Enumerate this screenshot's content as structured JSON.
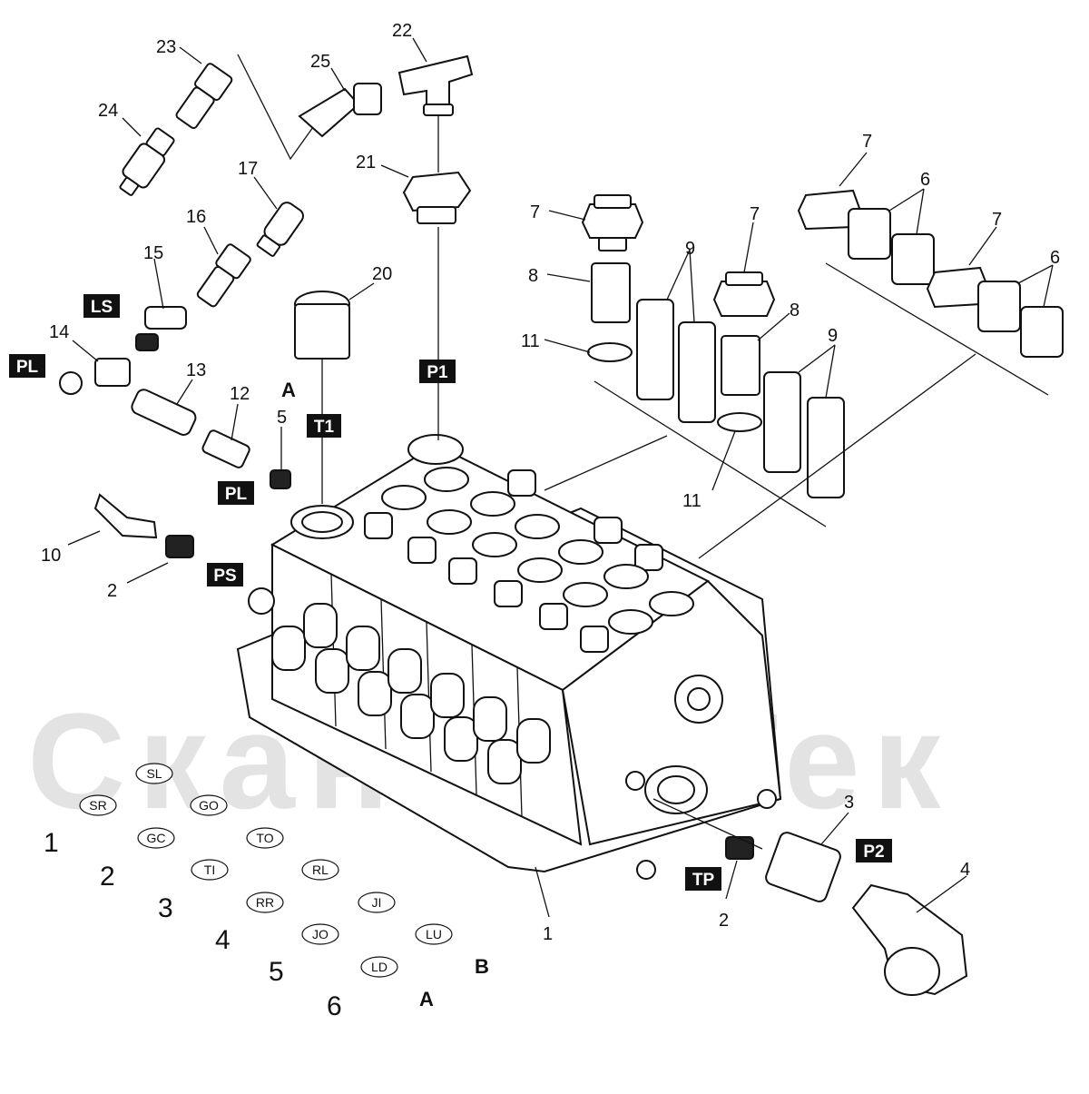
{
  "watermark": "Скан ор Тек",
  "callouts": [
    {
      "id": "c23",
      "text": "23"
    },
    {
      "id": "c22",
      "text": "22"
    },
    {
      "id": "c25",
      "text": "25"
    },
    {
      "id": "c24",
      "text": "24"
    },
    {
      "id": "c21",
      "text": "21"
    },
    {
      "id": "c17",
      "text": "17"
    },
    {
      "id": "c16",
      "text": "16"
    },
    {
      "id": "c15",
      "text": "15"
    },
    {
      "id": "c14",
      "text": "14"
    },
    {
      "id": "c13",
      "text": "13"
    },
    {
      "id": "c12",
      "text": "12"
    },
    {
      "id": "c5",
      "text": "5"
    },
    {
      "id": "c20",
      "text": "20"
    },
    {
      "id": "c10",
      "text": "10"
    },
    {
      "id": "c2a",
      "text": "2"
    },
    {
      "id": "c7a",
      "text": "7"
    },
    {
      "id": "c8a",
      "text": "8"
    },
    {
      "id": "c11a",
      "text": "11"
    },
    {
      "id": "c9a",
      "text": "9"
    },
    {
      "id": "c7b",
      "text": "7"
    },
    {
      "id": "c8b",
      "text": "8"
    },
    {
      "id": "c9b",
      "text": "9"
    },
    {
      "id": "c11b",
      "text": "11"
    },
    {
      "id": "c7c",
      "text": "7"
    },
    {
      "id": "c6a",
      "text": "6"
    },
    {
      "id": "c7d",
      "text": "7"
    },
    {
      "id": "c6b",
      "text": "6"
    },
    {
      "id": "c3",
      "text": "3"
    },
    {
      "id": "c4",
      "text": "4"
    },
    {
      "id": "c2b",
      "text": "2"
    },
    {
      "id": "c1",
      "text": "1"
    }
  ],
  "port_labels": {
    "ls": "LS",
    "pl_top": "PL",
    "pl_mid": "PL",
    "ps": "PS",
    "t1": "T1",
    "p1": "P1",
    "p2": "P2",
    "tp": "TP"
  },
  "letters": {
    "a_top": "A",
    "a_bottom": "A",
    "b_bottom": "B"
  },
  "section_numbers": [
    "1",
    "2",
    "3",
    "4",
    "5",
    "6"
  ],
  "ovals": [
    "SL",
    "SR",
    "GO",
    "GC",
    "TO",
    "TI",
    "RL",
    "RR",
    "JI",
    "JO",
    "LU",
    "LD"
  ]
}
